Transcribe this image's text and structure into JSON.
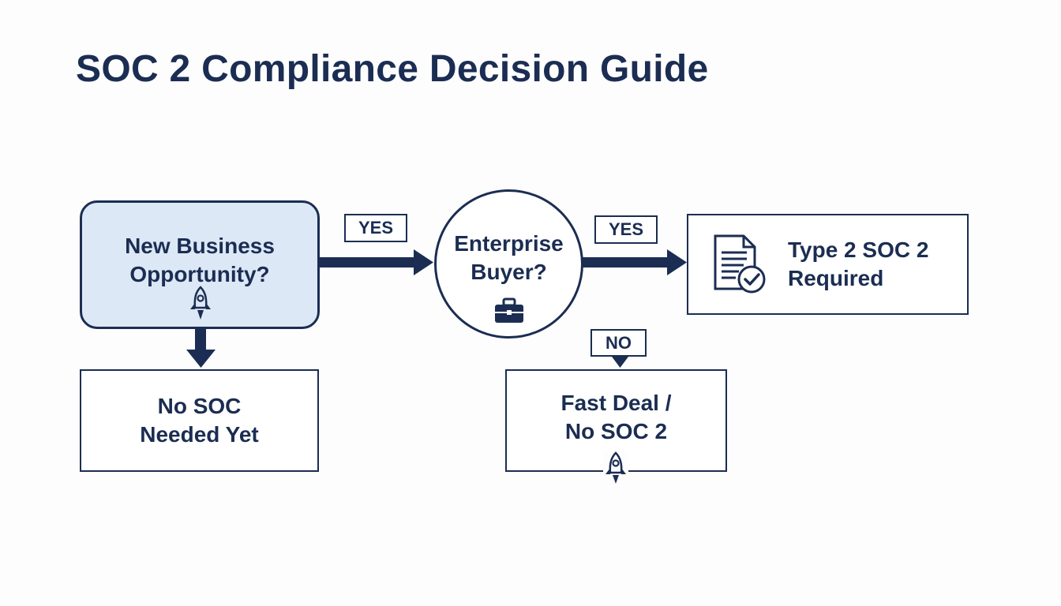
{
  "title": "SOC 2 Compliance Decision Guide",
  "nodes": {
    "start": {
      "line1": "New Business",
      "line2": "Opportunity?"
    },
    "enterprise": {
      "line1": "Enterprise",
      "line2": "Buyer?"
    },
    "type2": {
      "line1": "Type 2 SOC 2",
      "line2": "Required"
    },
    "no_soc": {
      "line1": "No SOC",
      "line2": "Needed Yet"
    },
    "fast_deal": {
      "line1": "Fast Deal /",
      "line2": "No SOC 2"
    }
  },
  "edge_labels": {
    "yes_1": "YES",
    "yes_2": "YES",
    "no": "NO"
  },
  "icons": [
    "rocket-icon",
    "briefcase-icon",
    "document-check-icon",
    "rocket-icon"
  ],
  "colors": {
    "primary": "#1b2d52",
    "start_fill": "#dde8f6",
    "background": "#fdfdfd"
  }
}
